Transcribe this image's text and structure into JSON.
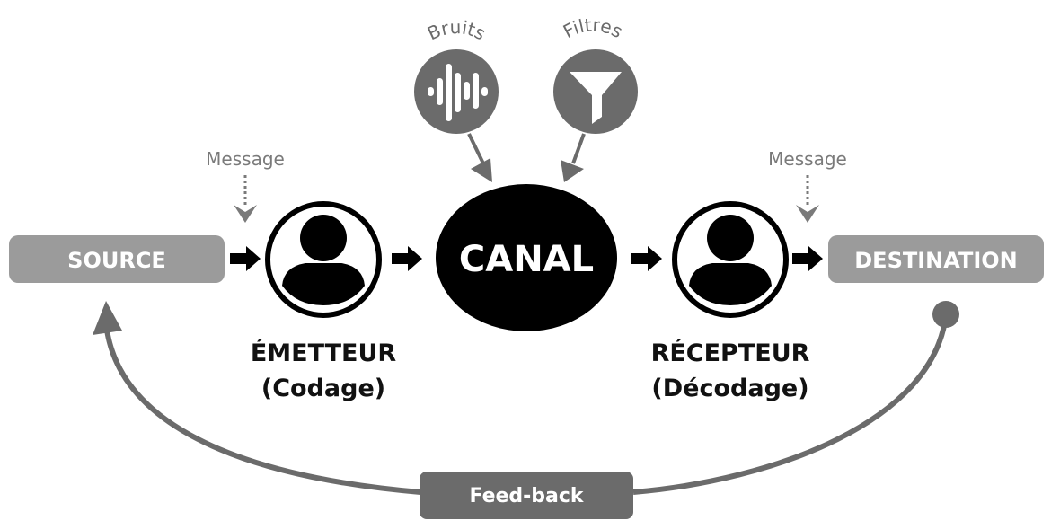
{
  "diagram": {
    "title": "Schéma de la communication",
    "colors": {
      "box_gray": "#9b9b9b",
      "dark_gray": "#6b6b6b",
      "black": "#000000",
      "message_gray": "#7a7a7a",
      "background": "#ffffff"
    },
    "source": {
      "label": "SOURCE"
    },
    "destination": {
      "label": "DESTINATION"
    },
    "canal": {
      "label": "CANAL"
    },
    "emetteur": {
      "icon": "person-circle-icon",
      "title": "ÉMETTEUR",
      "subtitle": "(Codage)"
    },
    "recepteur": {
      "icon": "person-circle-icon",
      "title": "RÉCEPTEUR",
      "subtitle": "(Décodage)"
    },
    "message_left": {
      "label": "Message"
    },
    "message_right": {
      "label": "Message"
    },
    "bruits": {
      "label": "Bruits",
      "icon": "sound-wave-icon"
    },
    "filtres": {
      "label": "Filtres",
      "icon": "funnel-filter-icon"
    },
    "feedback": {
      "label": "Feed-back"
    },
    "flow": [
      "SOURCE",
      "ÉMETTEUR",
      "CANAL",
      "RÉCEPTEUR",
      "DESTINATION"
    ],
    "feedback_loop": {
      "from": "DESTINATION",
      "to": "SOURCE"
    }
  }
}
